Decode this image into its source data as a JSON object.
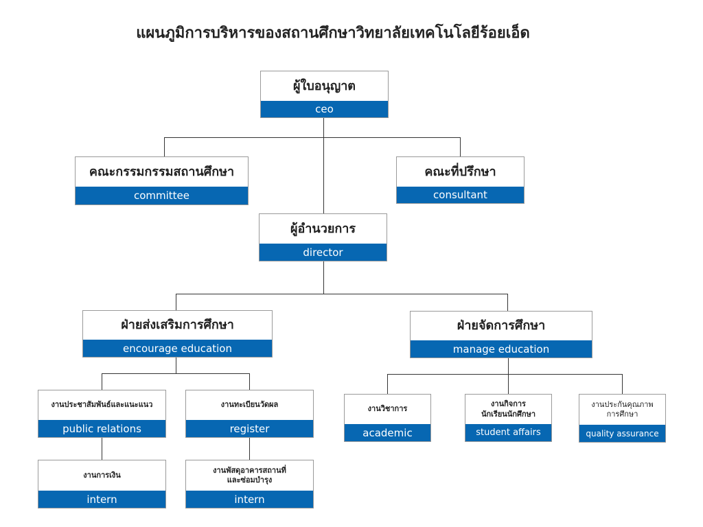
{
  "title": "แผนภูมิการบริหารของสถานศึกษาวิทยาลัยเทคโนโลยีร้อยเอ็ด",
  "nodes": {
    "ceo": {
      "th": "ผู้ใบอนุญาต",
      "en": "ceo"
    },
    "committee": {
      "th": "คณะกรรมกรรมสถานศึกษา",
      "en": "committee"
    },
    "consultant": {
      "th": "คณะที่ปรึกษา",
      "en": "consultant"
    },
    "director": {
      "th": "ผู้อำนวยการ",
      "en": "director"
    },
    "encourage": {
      "th": "ฝ่ายส่งเสริมการศึกษา",
      "en": "encourage education"
    },
    "manage": {
      "th": "ฝ่ายจัดการศึกษา",
      "en": "manage education"
    },
    "public_relations": {
      "th": "งานประชาสัมพันธ์และแนะแนว",
      "en": "public relations"
    },
    "register": {
      "th": "งานทะเบียนวัดผล",
      "en": "register"
    },
    "finance": {
      "th": "งานการเงิน",
      "en": "intern"
    },
    "supplies": {
      "th": "งานพัสดุอาคารสถานที่ และซ่อมบำรุง",
      "en": "intern"
    },
    "academic": {
      "th": "งานวิชาการ",
      "en": "academic"
    },
    "student_affairs": {
      "th": "งานกิจการ นักเรียนนักศึกษา",
      "en": "student affairs"
    },
    "quality": {
      "th": "งานประกันคุณภาพ การศึกษา",
      "en": "quality assurance"
    }
  },
  "colors": {
    "accent": "#0767b2"
  }
}
